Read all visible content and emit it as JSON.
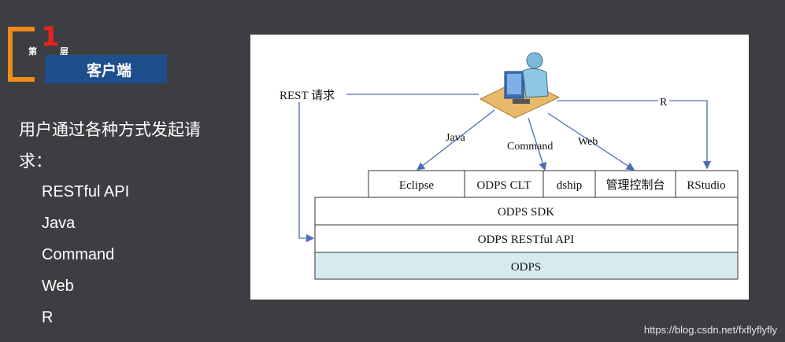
{
  "badge": {
    "char1": "第",
    "number": "1",
    "char2": "层",
    "title": "客户端"
  },
  "description": "用户通过各种方式发起请求：",
  "methods": [
    "RESTful API",
    "Java",
    "Command",
    "Web",
    "R"
  ],
  "diagram": {
    "labels": {
      "rest": "REST 请求",
      "java": "Java",
      "command": "Command",
      "web": "Web",
      "r": "R"
    },
    "tools": [
      "Eclipse",
      "ODPS CLT",
      "dship",
      "管理控制台",
      "RStudio"
    ],
    "layers": {
      "sdk": "ODPS SDK",
      "restful": "ODPS RESTful API",
      "odps": "ODPS"
    },
    "colors": {
      "odps_fill": "#d6ebf0",
      "arrow": "#4a6fb3"
    }
  },
  "watermark": "https://blog.csdn.net/fxflyflyfly"
}
